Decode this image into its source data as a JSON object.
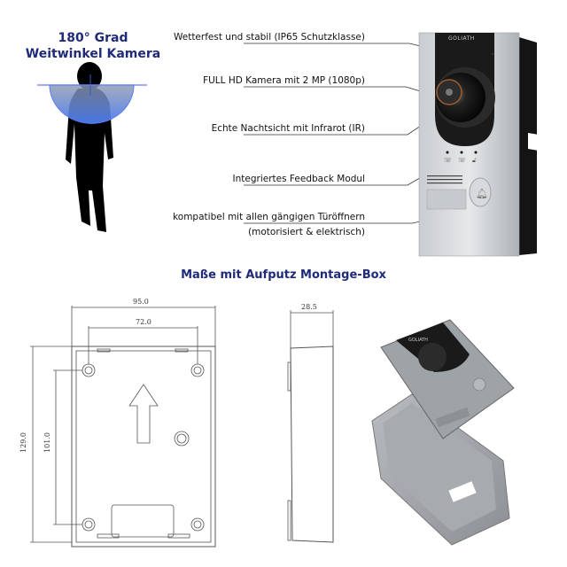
{
  "wide_angle": {
    "title_line1": "180° Grad",
    "title_line2": "Weitwinkel Kamera"
  },
  "features": [
    {
      "label": "Wetterfest und stabil (IP65 Schutzklasse)"
    },
    {
      "label": "FULL HD Kamera mit 2 MP (1080p)"
    },
    {
      "label": "Echte Nachtsicht mit Infrarot (IR)"
    },
    {
      "label": "Integriertes Feedback Modul"
    },
    {
      "label": "kompatibel mit allen gängigen Türöffnern",
      "sublabel": "(motorisiert & elektrisch)"
    }
  ],
  "device": {
    "brand": "GOLIATH"
  },
  "dimensions_section": {
    "title": "Maße mit Aufputz Montage-Box",
    "front_view": {
      "width_outer": "95.0",
      "width_holes": "72.0",
      "height_outer": "129.0",
      "height_holes": "101.0"
    },
    "side_view": {
      "depth": "28.5"
    }
  },
  "colors": {
    "headline": "#1f2a7a",
    "fov_blue": "#4a6bd8"
  }
}
